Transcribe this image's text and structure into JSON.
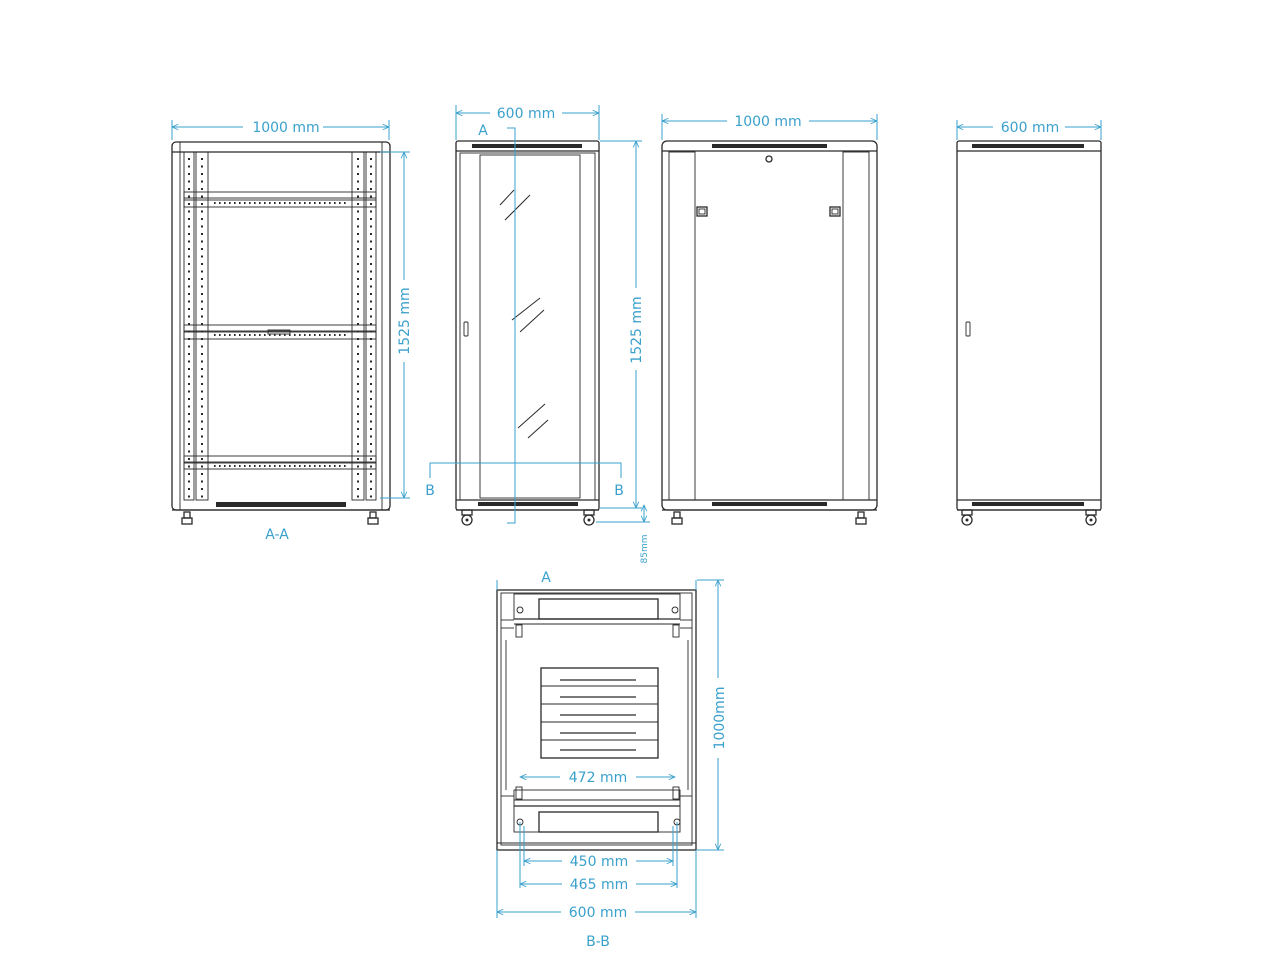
{
  "colors": {
    "line": "#2a2a2a",
    "dimension": "#3aa0cc",
    "background": "#ffffff"
  },
  "views": {
    "section_aa": {
      "label": "A-A",
      "width": "1000 mm",
      "height": "1525 mm"
    },
    "front": {
      "width": "600 mm",
      "height": "1525 mm",
      "caster_height": "85mm",
      "section_a": "A",
      "section_b_left": "B",
      "section_b_right": "B"
    },
    "side": {
      "width": "1000 mm"
    },
    "rear": {
      "width": "600 mm"
    },
    "section_bb": {
      "label": "B-B",
      "section_a": "A",
      "depth": "1000mm",
      "inner_width": "472 mm",
      "rail_spacing_450": "450 mm",
      "rail_spacing_465": "465 mm",
      "outer_width": "600 mm"
    }
  }
}
